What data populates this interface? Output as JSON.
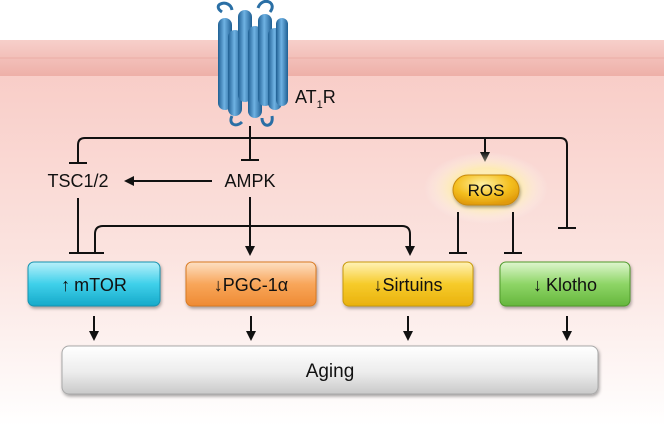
{
  "receptor": {
    "label_main": "AT",
    "label_sub": "1",
    "label_end": "R"
  },
  "nodes": {
    "tsc": "TSC1/2",
    "ampk": "AMPK",
    "ros": "ROS",
    "mtor": {
      "arrow": "↑",
      "label": "mTOR"
    },
    "pgc": {
      "arrow": "↓",
      "label": "PGC-1α"
    },
    "sirtuins": {
      "arrow": "↓",
      "label": "Sirtuins"
    },
    "klotho": {
      "arrow": "↓",
      "label": "Klotho"
    },
    "aging": "Aging"
  },
  "colors": {
    "membrane": "#f4bcb5",
    "cytoplasm_top": "#f8cdc8",
    "receptor": "#3f86c0",
    "mtor": "#2fc6e0",
    "pgc": "#f59a4a",
    "sirtuins": "#f2c21b",
    "klotho": "#7cc652",
    "ros": "#f3b81f",
    "aging": "#e4e4e4",
    "line": "#111111"
  }
}
